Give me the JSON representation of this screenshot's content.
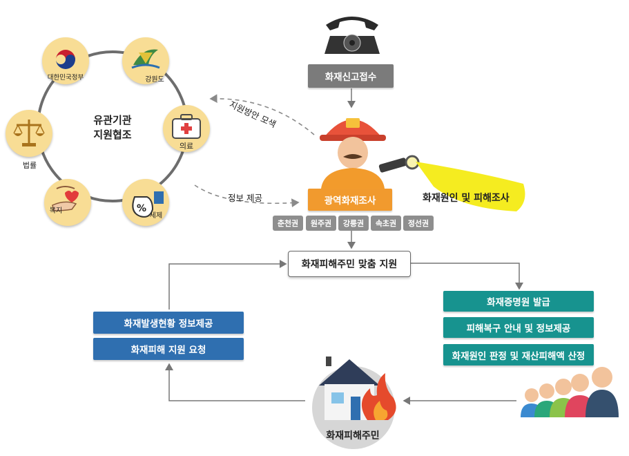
{
  "hub": {
    "line1": "유관기관",
    "line2": "지원협조"
  },
  "orgs": [
    {
      "label": "대한민국정부"
    },
    {
      "label": "강원도"
    },
    {
      "label": "의료"
    },
    {
      "label": "세제"
    },
    {
      "label": "복지"
    },
    {
      "label": "법률"
    }
  ],
  "flow": {
    "report": "화재신고접수",
    "investigator": "광역화재조사",
    "investigation_note": "화재원인 및 피해조사",
    "regions": [
      "춘천권",
      "원주권",
      "강릉권",
      "속초권",
      "정선권"
    ],
    "center": "화재피해주민 맞춤 지원",
    "arrow_support": "지원방안 모색",
    "arrow_info": "정보 제공",
    "right_steps": [
      "화재증명원 발급",
      "피해복구 안내 및 정보제공",
      "화재원인 판정 및 재산피해액 산정"
    ],
    "left_steps": [
      "화재발생현황 정보제공",
      "화재피해 지원 요청"
    ],
    "residents": "화재피해주민"
  }
}
